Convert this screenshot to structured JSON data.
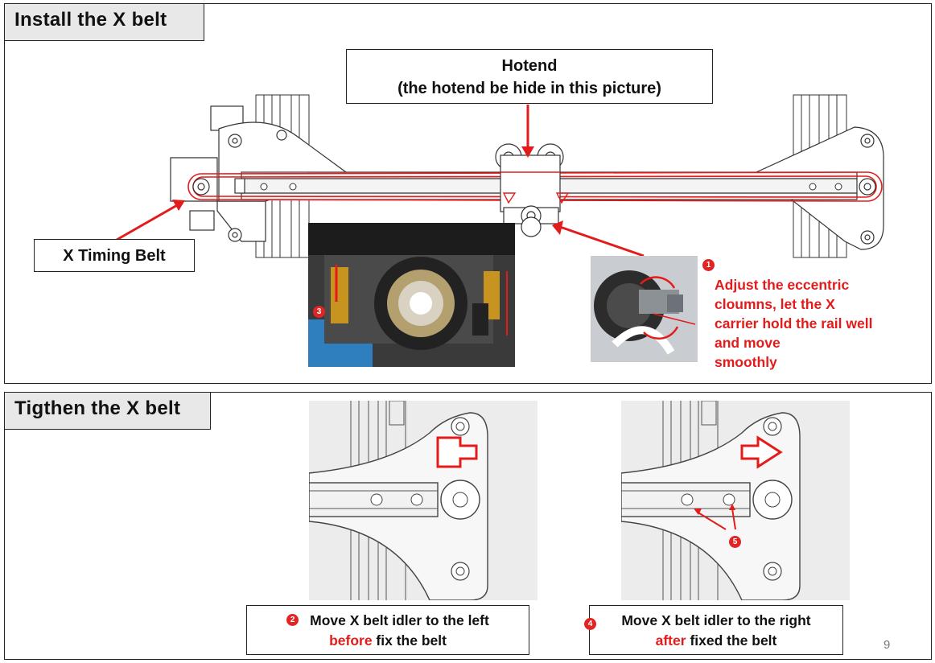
{
  "section1": {
    "title": "Install the X belt",
    "hotend_label": "Hotend",
    "hotend_note": "(the hotend be hide in this picture)",
    "timing_belt_label": "X Timing Belt",
    "step1_number": "1",
    "step1_text": [
      "Adjust the eccentric",
      "cloumns, let the X",
      "carrier hold the rail well",
      "and move",
      "smoothly"
    ],
    "step3_number": "3"
  },
  "section2": {
    "title": "Tigthen the X belt",
    "step2_number": "2",
    "step2_line1": "Move X belt idler to the left",
    "step2_highlight": "before",
    "step2_rest": "fix the belt",
    "step4_number": "4",
    "step4_line1": "Move X belt idler to the right",
    "step4_highlight": "after",
    "step4_rest": "fixed the belt",
    "step5_number": "5"
  },
  "page_number": "9",
  "colors": {
    "accent_red": "#e41b1b",
    "title_bg": "#e8e8e8",
    "frame": "#222222"
  }
}
